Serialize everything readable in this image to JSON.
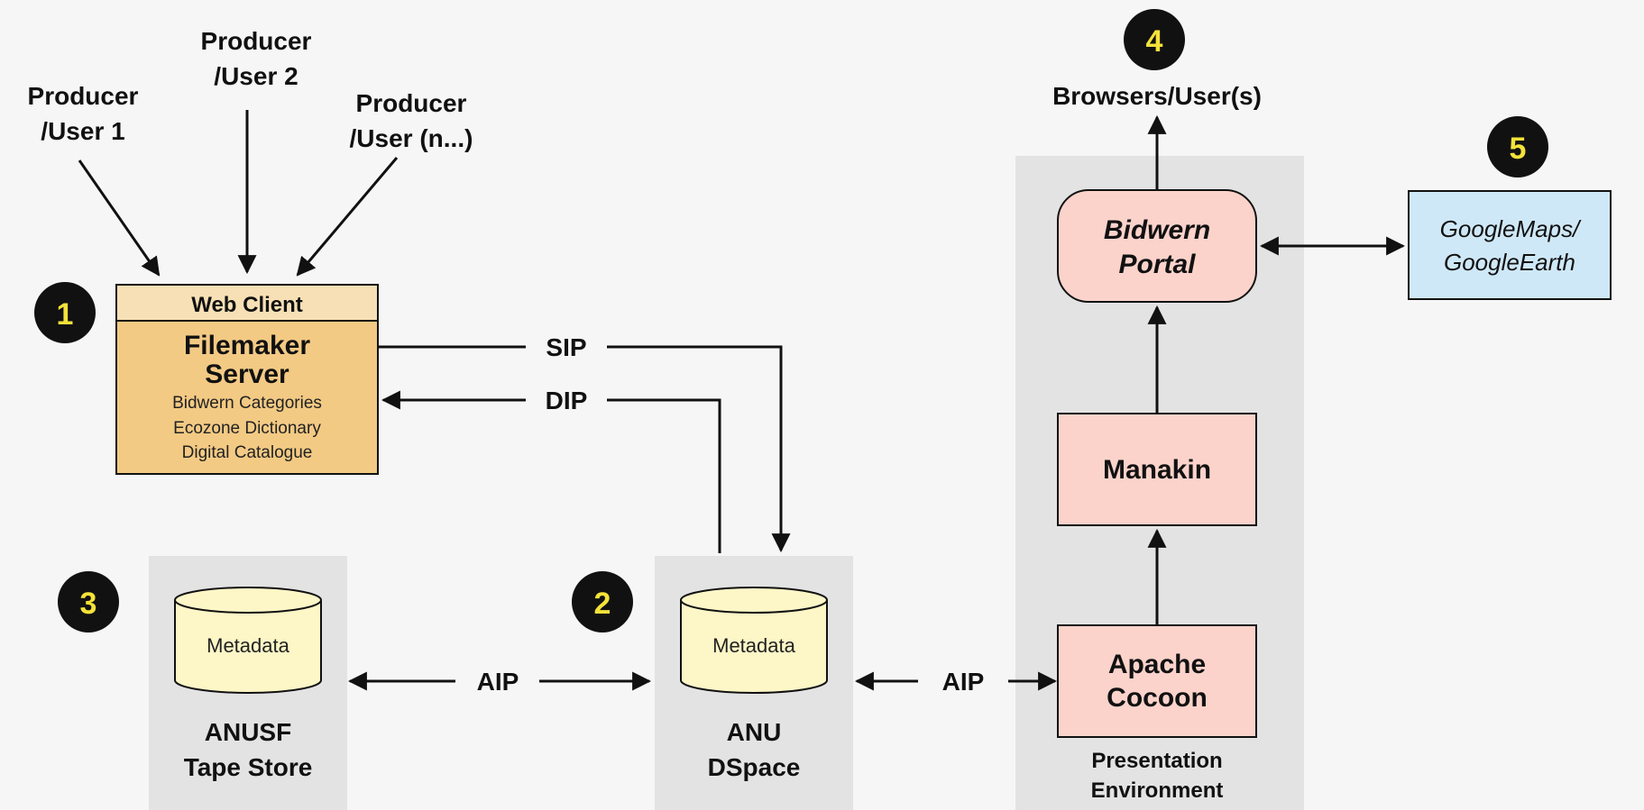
{
  "producers": {
    "user1": [
      "Producer",
      "/User 1"
    ],
    "user2": [
      "Producer",
      "/User 2"
    ],
    "usern": [
      "Producer",
      "/User (n...)"
    ]
  },
  "badges": [
    "1",
    "2",
    "3",
    "4",
    "5"
  ],
  "filemaker": {
    "header": "Web Client",
    "title": [
      "Filemaker",
      "Server"
    ],
    "items": [
      "Bidwern Categories",
      "Ecozone Dictionary",
      "Digital Catalogue"
    ]
  },
  "flows": {
    "sip": "SIP",
    "dip": "DIP",
    "aip_left": "AIP",
    "aip_right": "AIP"
  },
  "tape_store": {
    "db_label": "Metadata",
    "caption": [
      "ANUSF",
      "Tape Store"
    ]
  },
  "dspace": {
    "db_label": "Metadata",
    "caption": [
      "ANU",
      "DSpace"
    ]
  },
  "presentation": {
    "cocoon": [
      "Apache",
      "Cocoon"
    ],
    "manakin": "Manakin",
    "portal": [
      "Bidwern",
      "Portal"
    ],
    "caption": [
      "Presentation",
      "Environment"
    ]
  },
  "browsers": "Browsers/User(s)",
  "google": [
    "GoogleMaps/",
    "GoogleEarth"
  ],
  "colors": {
    "filemaker_header": "#f7e0b5",
    "filemaker_body": "#f3ca84",
    "db_fill": "#fdf6c7",
    "presentation_box": "#fbd3cb",
    "google_box": "#cfe8f7",
    "panel": "#e3e3e3"
  }
}
